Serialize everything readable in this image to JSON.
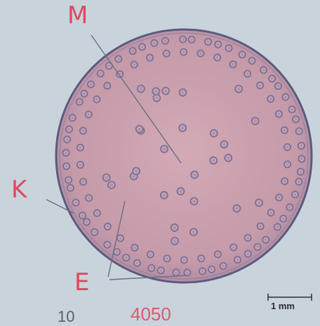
{
  "figure": {
    "labels": {
      "m": "M",
      "k": "K",
      "e": "E"
    },
    "scale_bar": {
      "text": "1 mm"
    },
    "bottom_text": {
      "number": "10",
      "handwritten": "4050"
    }
  },
  "colors": {
    "background": "#c9d3dc",
    "tissue_fill": "#c8a0ad",
    "tissue_edge": "#5c5a7e",
    "pore_ring": "#7d6f92",
    "annotation_ink": "#e0475e",
    "pointer_line": "#6b6f80"
  }
}
